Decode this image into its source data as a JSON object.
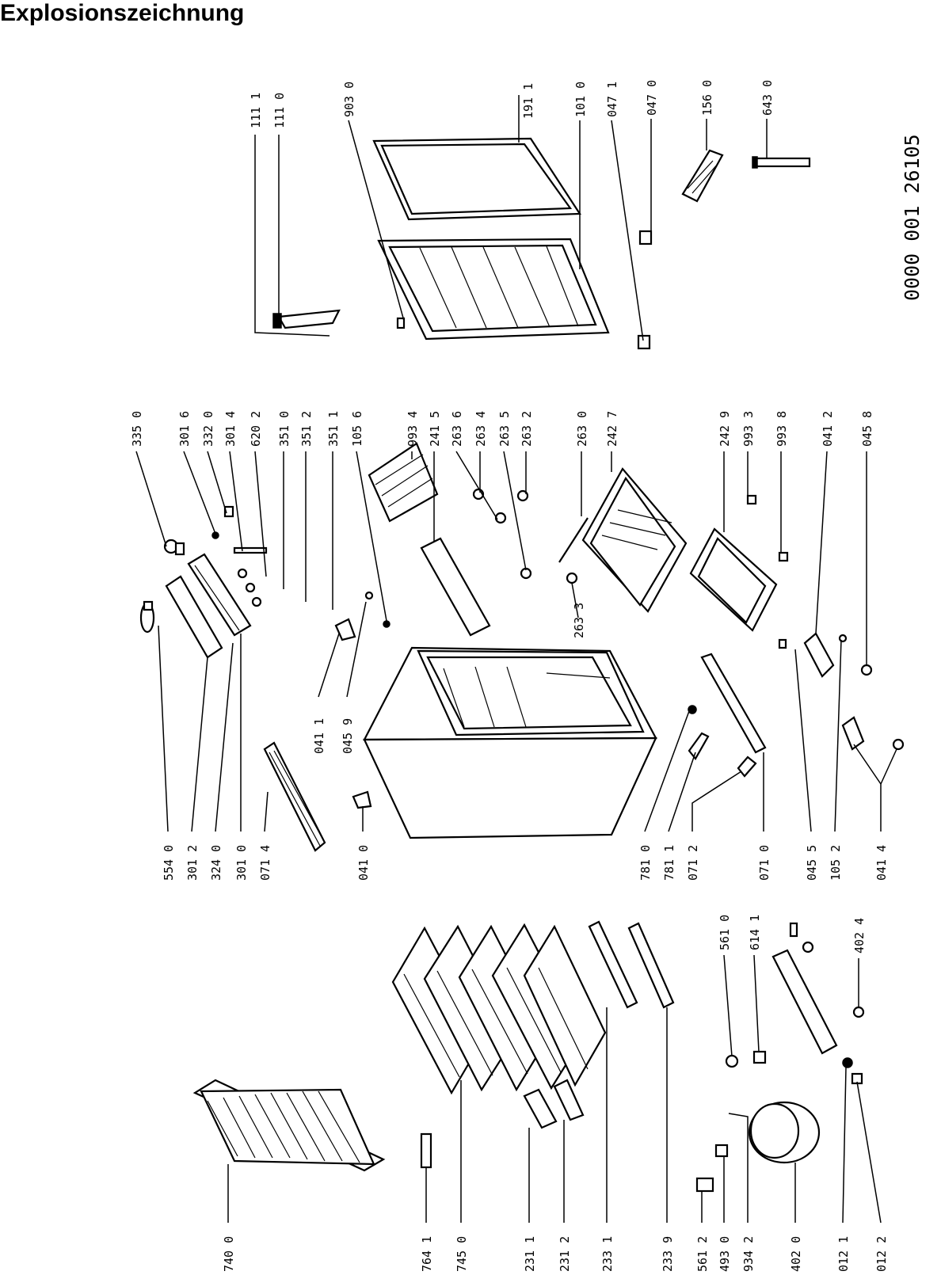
{
  "title": "Explosionszeichnung",
  "document_number": "0000 001 26105",
  "callouts": {
    "r1": [
      "111 1",
      "111 0",
      "903 0",
      "191 1",
      "101 0",
      "047 1",
      "047 0",
      "156 0",
      "643 0"
    ],
    "r2": [
      "335 0",
      "301 6",
      "332 0",
      "301 4",
      "620 2",
      "351 0",
      "351 2",
      "351 1",
      "105 6",
      "993 4",
      "241 5",
      "263 6",
      "263 4",
      "263 5",
      "263 2",
      "263 0",
      "242 7",
      "242 9",
      "993 3",
      "993 8",
      "041 2",
      "045 8"
    ],
    "r3a": [
      "554 0",
      "301 2",
      "324 0",
      "301 0",
      "071 4",
      "041 0",
      "041 1",
      "045 9"
    ],
    "r3b": [
      "781 0",
      "781 1",
      "071 2",
      "071 0",
      "045 5",
      "105 2",
      "041 4"
    ],
    "r4": [
      "561 0",
      "614 1",
      "402 4"
    ],
    "r5": [
      "740 0",
      "764 1",
      "745 0",
      "231 1",
      "231 2",
      "233 1",
      "233 9",
      "561 2",
      "493 0",
      "934 2",
      "402 0",
      "012 1",
      "012 2"
    ],
    "misc": [
      "263 3"
    ]
  }
}
